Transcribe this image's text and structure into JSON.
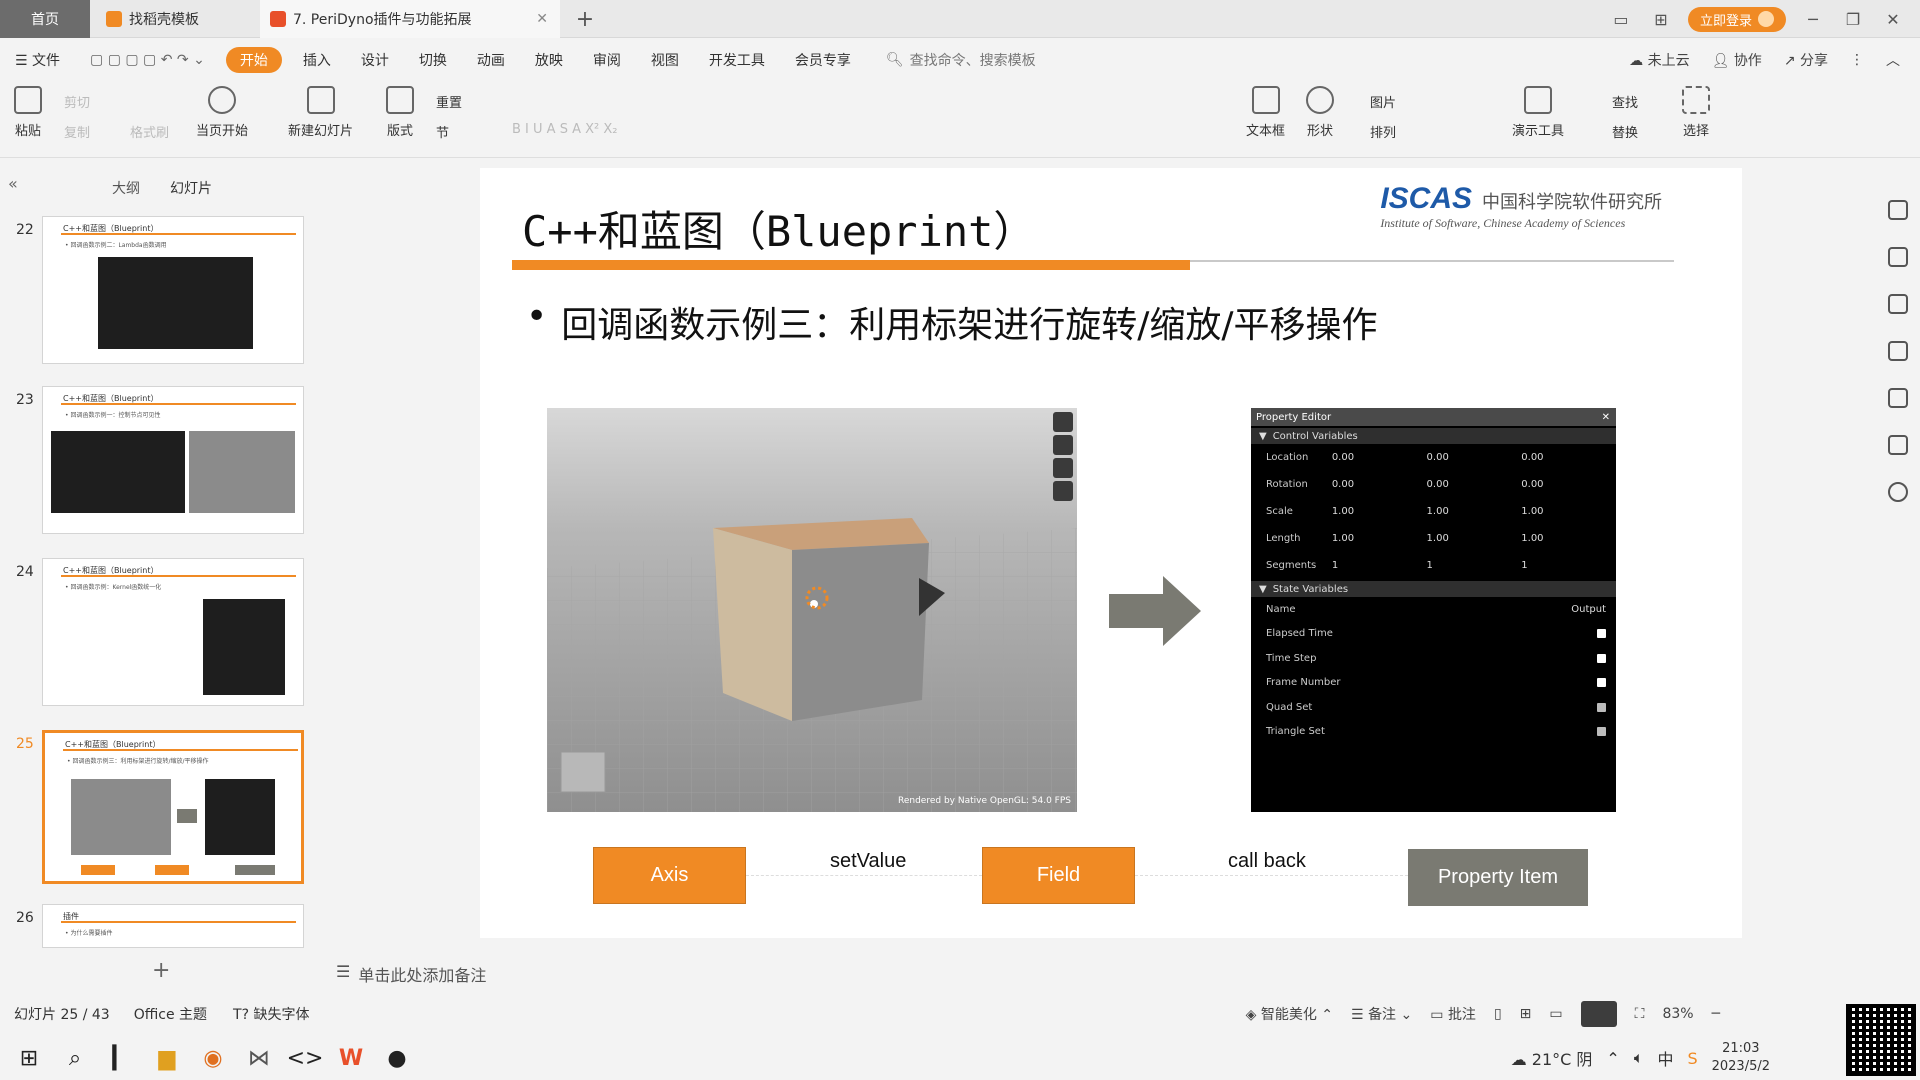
{
  "titlebar": {
    "home": "首页",
    "template_tab": "找稻壳模板",
    "doc_tab": "7. PeriDyno插件与功能拓展",
    "new_tab": "+",
    "login": "立即登录"
  },
  "menu": {
    "file": "文件",
    "tabs": [
      "开始",
      "插入",
      "设计",
      "切换",
      "动画",
      "放映",
      "审阅",
      "视图",
      "开发工具",
      "会员专享"
    ],
    "active": "开始",
    "search": "查找命令、搜索模板",
    "cloud": "未上云",
    "collab": "协作",
    "share": "分享"
  },
  "ribbon": {
    "paste": "粘贴",
    "cut": "剪切",
    "copy": "复制",
    "format_painter": "格式刷",
    "play_current": "当页开始",
    "new_slide": "新建幻灯片",
    "layout": "版式",
    "reset": "重置",
    "section": "节",
    "textbox": "文本框",
    "shape": "形状",
    "picture": "图片",
    "arrange": "排列",
    "present_tool": "演示工具",
    "find": "查找",
    "replace": "替换",
    "select": "选择"
  },
  "leftpanel": {
    "outline": "大纲",
    "slides": "幻灯片",
    "thumbs": [
      {
        "num": "22",
        "title": "C++和蓝图（Blueprint）",
        "bullet": "• 回调函数示例二：Lambda函数调用"
      },
      {
        "num": "23",
        "title": "C++和蓝图（Blueprint）",
        "bullet": "• 回调函数示例一：控制节点可见性"
      },
      {
        "num": "24",
        "title": "C++和蓝图（Blueprint）",
        "bullet": "• 回调函数示例：Kernel函数统一化"
      },
      {
        "num": "25",
        "title": "C++和蓝图（Blueprint）",
        "bullet": "• 回调函数示例三：利用标架进行旋转/缩放/平移操作"
      },
      {
        "num": "26",
        "title": "插件",
        "bullet": "• 为什么需要插件"
      }
    ],
    "notes_hint": "单击此处添加备注"
  },
  "slide": {
    "title": "C++和蓝图（Blueprint）",
    "logo_text": "ISCAS",
    "logo_cn": "中国科学院软件研究所",
    "logo_en": "Institute of Software, Chinese Academy of Sciences",
    "bullet": "回调函数示例三：利用标架进行旋转/缩放/平移操作",
    "viewport_footer": "Rendered by Native OpenGL: 54.0 FPS",
    "flow": {
      "axis": "Axis",
      "setvalue": "setValue",
      "field": "Field",
      "callback": "call back",
      "property_item": "Property Item"
    }
  },
  "property_editor": {
    "title": "Property Editor",
    "control_section": "Control Variables",
    "control_rows": [
      {
        "label": "Location",
        "v1": "0.00",
        "v2": "0.00",
        "v3": "0.00"
      },
      {
        "label": "Rotation",
        "v1": "0.00",
        "v2": "0.00",
        "v3": "0.00"
      },
      {
        "label": "Scale",
        "v1": "1.00",
        "v2": "1.00",
        "v3": "1.00"
      },
      {
        "label": "Length",
        "v1": "1.00",
        "v2": "1.00",
        "v3": "1.00"
      },
      {
        "label": "Segments",
        "v1": "1",
        "v2": "1",
        "v3": "1"
      }
    ],
    "state_section": "State Variables",
    "name_header": "Name",
    "output_header": "Output",
    "state_rows": [
      "Elapsed Time",
      "Time Step",
      "Frame Number",
      "Quad Set",
      "Triangle Set"
    ]
  },
  "statusbar": {
    "slide_info": "幻灯片 25 / 43",
    "theme": "Office 主题",
    "missing_font": "缺失字体",
    "beautify": "智能美化",
    "notes": "备注",
    "comment": "批注",
    "zoom": "83%"
  },
  "taskbar": {
    "weather": "21°C 阴",
    "ime": "中",
    "time": "21:03",
    "date": "2023/5/2"
  },
  "colors": {
    "accent_orange": "#f08a24",
    "logo_blue": "#1e5aa8",
    "property_grey": "#7a7a72"
  }
}
